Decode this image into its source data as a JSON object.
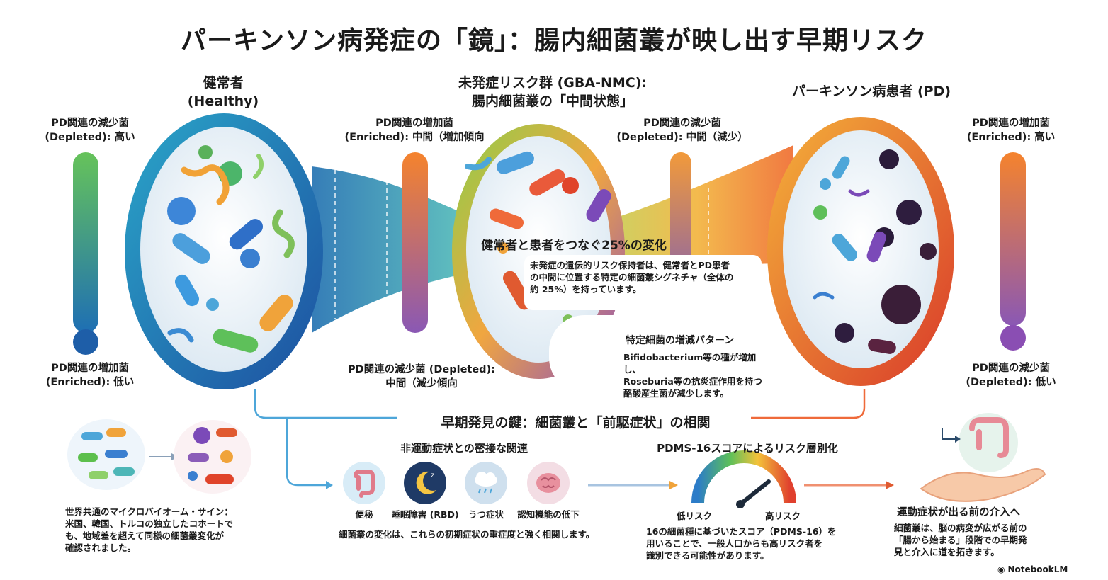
{
  "title": "パーキンソン病発症の「鏡」：腸内細菌叢が映し出す早期リスク",
  "healthy": {
    "name_jp": "健常者",
    "name_en": "(Healthy)",
    "top_label_1": "PD関連の減少菌",
    "top_label_2": "(Depleted): 高い",
    "bottom_label_1": "PD関連の増加菌",
    "bottom_label_2": "(Enriched): 低い"
  },
  "nmc": {
    "name_1": "未発症リスク群 (GBA-NMC):",
    "name_2": "腸内細菌叢の「中間状態」",
    "left_top_1": "PD関連の増加菌",
    "left_top_2": "(Enriched): 中間（増加傾向",
    "right_top_1": "PD関連の減少菌",
    "right_top_2": "(Depleted): 中間（減少）",
    "bottom_1": "PD関連の減少菌 (Depleted):",
    "bottom_2": "中間（減少傾向"
  },
  "pd": {
    "name": "パーキンソン病患者 (PD)",
    "top_label_1": "PD関連の増加菌",
    "top_label_2": "(Enriched): 高い",
    "bottom_label_1": "PD関連の減少菌",
    "bottom_label_2": "(Depleted): 低い"
  },
  "bridge": {
    "headline": "健常者と患者をつなぐ25%の変化",
    "body_1": "未発症の遺伝的リスク保持者は、健常者とPD患者",
    "body_2": "の中間に位置する特定の細菌叢シグネチャ（全体の",
    "body_3": "約 25%）を持っています。"
  },
  "pattern": {
    "title": "特定細菌の増減パターン",
    "body_1": "Bifidobacterium等の種が増加し、",
    "body_2": "Roseburia等の抗炎症作用を持つ",
    "body_3": "酪酸産生菌が減少します。"
  },
  "correlation": {
    "header": "早期発見の鍵：細菌叢と「前駆症状」の相関",
    "left_text_1": "世界共通のマイクロバイオーム・サイン：",
    "left_text_2": "米国、韓国、トルコの独立したコホートで",
    "left_text_3": "も、地域差を超えて同様の細菌叢変化が",
    "left_text_4": "確認されました。",
    "nonmotor_title": "非運動症状との密接な関連",
    "symptoms": [
      "便秘",
      "睡眠障害 (RBD)",
      "うつ症状",
      "認知機能の低下"
    ],
    "nonmotor_note": "細菌叢の変化は、これらの初期症状の重症度と強く相関します。",
    "pdms_title": "PDMS-16スコアによるリスク層別化",
    "low_risk": "低リスク",
    "high_risk": "高リスク",
    "pdms_text_1": "16の細菌種に基づいたスコア（PDMS-16）を",
    "pdms_text_2": "用いることで、一般人口からも高リスク者を",
    "pdms_text_3": "識別できる可能性があります。",
    "intervention_title": "運動症状が出る前の介入へ",
    "intervention_1": "細菌叢は、脳の病変が広がる前の",
    "intervention_2": "「腸から始まる」段階での早期発",
    "intervention_3": "見と介入に道を拓きます。"
  },
  "brand": "NotebookLM",
  "colors": {
    "healthy_ring": "#3b82c4",
    "nmc_ring": "#9b6ad0",
    "pd_ring": "#e5612e",
    "green": "#5cbf4c",
    "orange": "#f08a32",
    "purple": "#8b5cb8"
  }
}
